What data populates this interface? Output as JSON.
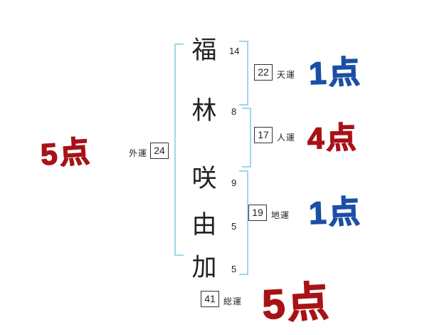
{
  "colors": {
    "blue_score": "#1b4fa5",
    "red_score": "#a81216",
    "bracket": "#a2d5ec",
    "text": "#222222"
  },
  "name": {
    "characters": [
      {
        "char": "福",
        "strokes": "14"
      },
      {
        "char": "林",
        "strokes": "8"
      },
      {
        "char": "咲",
        "strokes": "9"
      },
      {
        "char": "由",
        "strokes": "5"
      },
      {
        "char": "加",
        "strokes": "5"
      }
    ]
  },
  "fortunes": {
    "tenun": {
      "label": "天運",
      "value": "22",
      "score": "1点"
    },
    "jinun": {
      "label": "人運",
      "value": "17",
      "score": "4点"
    },
    "chiun": {
      "label": "地運",
      "value": "19",
      "score": "1点"
    },
    "gaiun": {
      "label": "外運",
      "value": "24",
      "score": "5点"
    },
    "soun": {
      "label": "総運",
      "value": "41",
      "score": "5点"
    }
  }
}
